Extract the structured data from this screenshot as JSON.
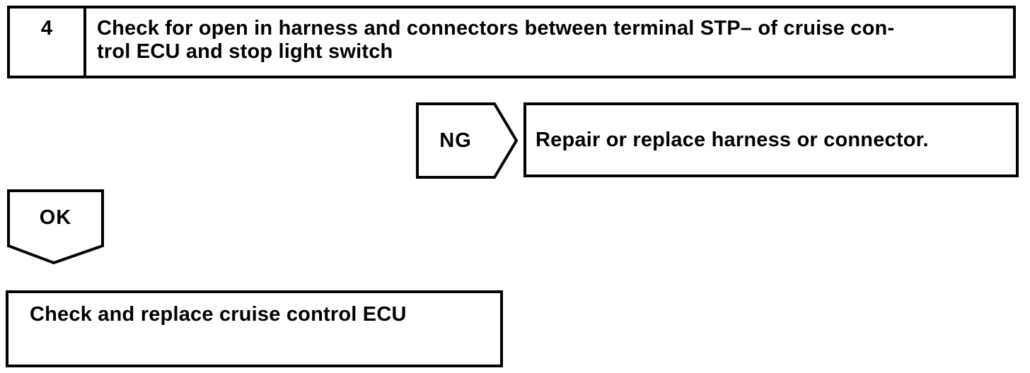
{
  "colors": {
    "ink": "#000000",
    "paper": "#ffffff"
  },
  "flowchart": {
    "step": {
      "number": "4",
      "instruction_line1": "Check for open in harness and connectors between terminal STP– of cruise con-",
      "instruction_line2": "trol ECU and stop light switch"
    },
    "ng_branch": {
      "label": "NG",
      "action": "Repair or replace harness or connector."
    },
    "ok_branch": {
      "label": "OK",
      "action": "Check and replace cruise control ECU"
    }
  }
}
